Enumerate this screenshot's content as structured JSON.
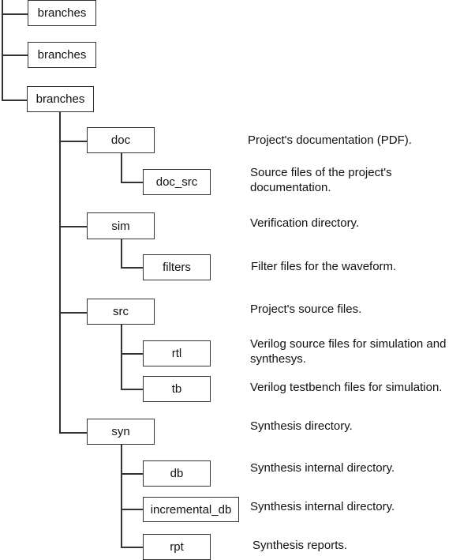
{
  "diagram": {
    "title": "",
    "nodes": [
      {
        "id": "branches1",
        "label": "branches",
        "parent": null
      },
      {
        "id": "branches2",
        "label": "branches",
        "parent": null
      },
      {
        "id": "branches3",
        "label": "branches",
        "parent": null
      },
      {
        "id": "doc",
        "label": "doc",
        "parent": "branches3",
        "description": "Project's documentation (PDF)."
      },
      {
        "id": "doc_src",
        "label": "doc_src",
        "parent": "doc",
        "description": "Source files of the project's documentation."
      },
      {
        "id": "sim",
        "label": "sim",
        "parent": "branches3",
        "description": "Verification directory."
      },
      {
        "id": "filters",
        "label": "filters",
        "parent": "sim",
        "description": "Filter files for the waveform."
      },
      {
        "id": "src",
        "label": "src",
        "parent": "branches3",
        "description": "Project's source files."
      },
      {
        "id": "rtl",
        "label": "rtl",
        "parent": "src",
        "description": "Verilog source files for simulation and synthesys."
      },
      {
        "id": "tb",
        "label": "tb",
        "parent": "src",
        "description": "Verilog testbench files for simulation."
      },
      {
        "id": "syn",
        "label": "syn",
        "parent": "branches3",
        "description": "Synthesis directory."
      },
      {
        "id": "db",
        "label": "db",
        "parent": "syn",
        "description": "Synthesis internal directory."
      },
      {
        "id": "incremental_db",
        "label": "incremental_db",
        "parent": "syn",
        "description": "Synthesis internal directory."
      },
      {
        "id": "rpt",
        "label": "rpt",
        "parent": "syn",
        "description": "Synthesis reports."
      }
    ],
    "descriptions": {
      "doc": [
        "Project's documentation (PDF)."
      ],
      "doc_src": [
        "Source files of the project's",
        "documentation."
      ],
      "sim": [
        "Verification directory."
      ],
      "filters": [
        "Filter files for the waveform."
      ],
      "src": [
        "Project's source files."
      ],
      "rtl": [
        "Verilog source files for simulation and",
        "synthesys."
      ],
      "tb": [
        "Verilog testbench files for simulation."
      ],
      "syn": [
        "Synthesis directory."
      ],
      "db": [
        "Synthesis internal directory."
      ],
      "incremental_db": [
        "Synthesis internal directory."
      ],
      "rpt": [
        "Synthesis reports."
      ]
    },
    "colors": {
      "line": "#333333",
      "text": "#111111",
      "background": "#ffffff"
    }
  }
}
